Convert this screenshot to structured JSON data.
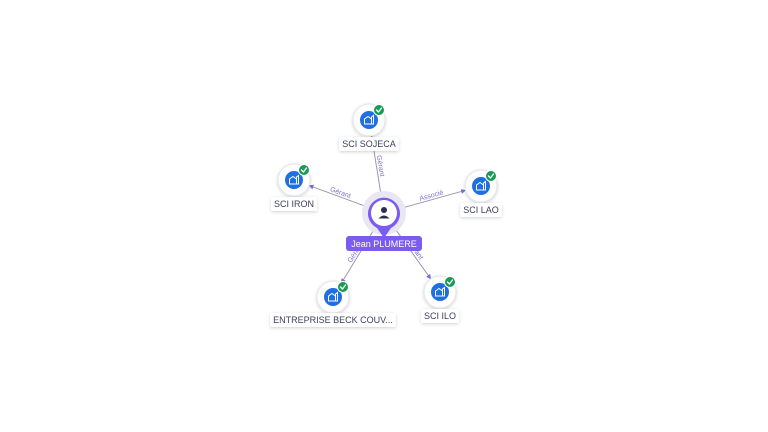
{
  "center": {
    "name": "Jean PLUMERE",
    "icon": "person-icon"
  },
  "nodes": [
    {
      "id": "sojeca",
      "label": "SCI SOJECA",
      "relation": "Gérant",
      "icon": "building-icon",
      "verified": true
    },
    {
      "id": "lao",
      "label": "SCI LAO",
      "relation": "Associé",
      "icon": "building-icon",
      "verified": true
    },
    {
      "id": "ilo",
      "label": "SCI ILO",
      "relation": "Gérant",
      "icon": "building-icon",
      "verified": true
    },
    {
      "id": "beck",
      "label": "ENTREPRISE BECK COUV...",
      "relation": "Gérant",
      "icon": "building-icon",
      "verified": true
    },
    {
      "id": "iron",
      "label": "SCI IRON",
      "relation": "Gérant",
      "icon": "building-icon",
      "verified": true
    }
  ],
  "colors": {
    "accent": "#7c5cf0",
    "node_blue": "#1e6fe0",
    "check_green": "#1a9a55",
    "edge": "#9a98aa",
    "edge_label": "#7b6fd6",
    "text": "#3a3f5c"
  }
}
